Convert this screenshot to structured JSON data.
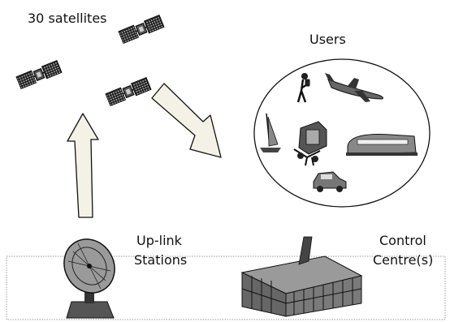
{
  "labels": {
    "satellites": "30 satellites",
    "users": "Users",
    "uplink_line1": "Up-link",
    "uplink_line2": "Stations",
    "control_line1": "Control",
    "control_line2": "Centre(s)"
  },
  "icons": {
    "satellite": "satellite-icon",
    "dish": "antenna-dish-icon",
    "building": "building-icon",
    "car": "car-icon",
    "train": "train-icon",
    "plane": "airplane-icon",
    "ship": "sailboat-icon",
    "truck": "truck-icon",
    "person": "hiker-icon"
  },
  "colors": {
    "arrow_fill": "#f4f2e6",
    "ground_border": "#9a9a9a",
    "ink": "#111111"
  }
}
